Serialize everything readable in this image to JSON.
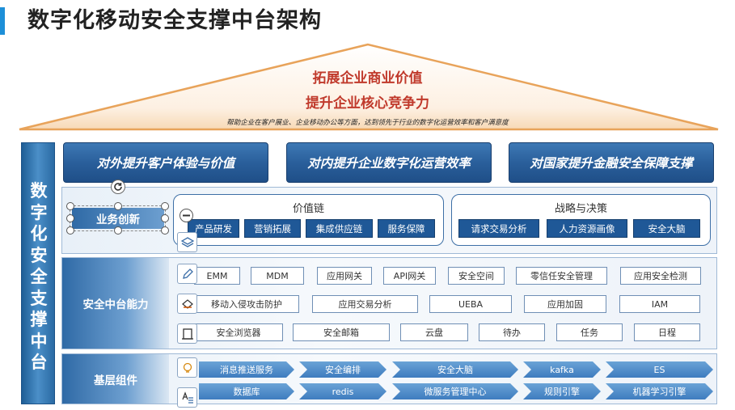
{
  "page_title": "数字化移动安全支撑中台架构",
  "roof": {
    "line1": "拓展企业商业价值",
    "line2": "提升企业核心竞争力",
    "line3": "帮助企业在客户展业、企业移动办公等方面，达到领先于行业的数字化运营效率和客户满意度"
  },
  "vertical_label": "数字化安全支撑中台",
  "goals": [
    "对外提升客户体验与价值",
    "对内提升企业数字化运营效率",
    "对国家提升金融安全保障支撑"
  ],
  "business": {
    "label": "业务创新",
    "value_chain": {
      "title": "价值链",
      "items": [
        "产品研发",
        "营销拓展",
        "集成供应链",
        "服务保障"
      ]
    },
    "strategy": {
      "title": "战略与决策",
      "items": [
        "请求交易分析",
        "人力资源画像",
        "安全大脑"
      ]
    }
  },
  "capability": {
    "label": "安全中台能力",
    "row1": [
      "EMM",
      "MDM",
      "应用网关",
      "API网关",
      "安全空间",
      "零信任安全管理",
      "应用安全检测"
    ],
    "row2": [
      "移动入侵攻击防护",
      "应用交易分析",
      "UEBA",
      "应用加固",
      "IAM"
    ],
    "row3": [
      "安全浏览器",
      "安全邮箱",
      "云盘",
      "待办",
      "任务",
      "日程"
    ]
  },
  "base": {
    "label": "基层组件",
    "row1": [
      "消息推送服务",
      "安全编排",
      "安全大脑",
      "kafka",
      "ES"
    ],
    "row2": [
      "数据库",
      "redis",
      "微服务管理中心",
      "规则引擎",
      "机器学习引擎"
    ]
  },
  "colors": {
    "accent": "#1d8fd8",
    "roof_text": "#c0392b",
    "dark_blue": "#1f5897"
  },
  "icons": [
    "refresh-icon",
    "minus-icon",
    "layers-icon",
    "pen-icon",
    "shield-icon",
    "frame-icon",
    "bulb-icon",
    "text-icon"
  ]
}
